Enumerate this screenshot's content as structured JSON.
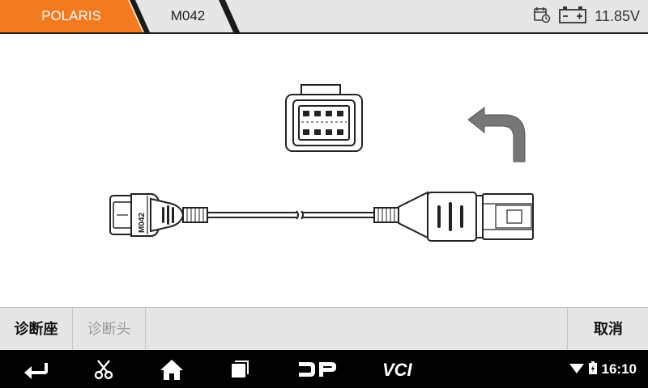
{
  "breadcrumb": {
    "home": "POLARIS",
    "model": "M042"
  },
  "status": {
    "voltage": "11.85V",
    "icons": [
      "calendar-clock-icon",
      "battery-icon"
    ]
  },
  "diagram": {
    "cable_label": "M042"
  },
  "actions": {
    "diag_socket": "诊断座",
    "diag_head": "诊断头",
    "cancel": "取消"
  },
  "system": {
    "time": "16:10",
    "nav_icons": [
      "back-icon",
      "scissors-icon",
      "home-icon",
      "recent-apps-icon",
      "dp-icon",
      "vci-icon"
    ],
    "status_icons": [
      "wifi-icon",
      "battery-icon"
    ]
  },
  "colors": {
    "accent": "#f47a20",
    "topbar_bg": "#e6e6e6",
    "nav_bg": "#000000"
  }
}
